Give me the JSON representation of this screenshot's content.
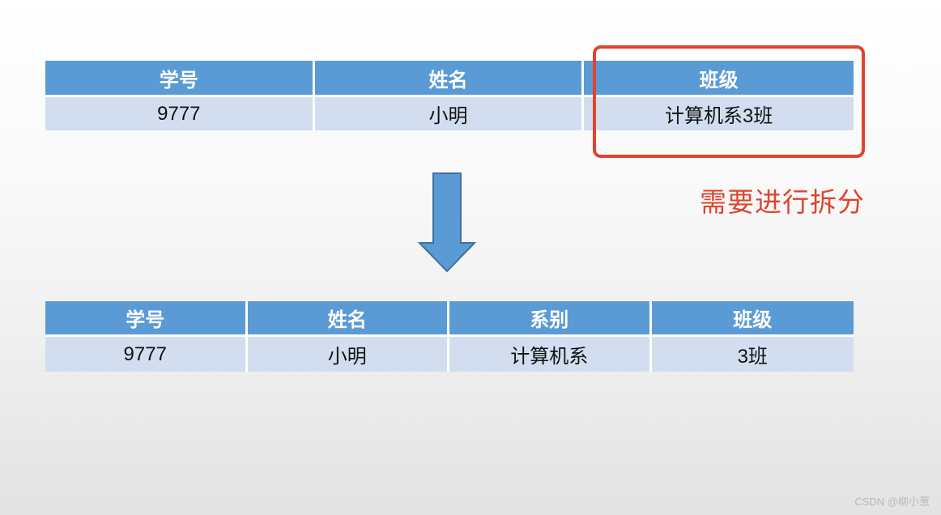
{
  "top_table": {
    "headers": [
      "学号",
      "姓名",
      "班级"
    ],
    "rows": [
      [
        "9777",
        "小明",
        "计算机系3班"
      ]
    ]
  },
  "annotation": {
    "note": "需要进行拆分",
    "highlight_color": "#e0442e"
  },
  "arrow": {
    "direction": "down",
    "color": "#5b9bd5"
  },
  "bottom_table": {
    "headers": [
      "学号",
      "姓名",
      "系别",
      "班级"
    ],
    "rows": [
      [
        "9777",
        "小明",
        "计算机系",
        "3班"
      ]
    ]
  },
  "colors": {
    "header_bg": "#5b9bd5",
    "cell_bg": "#d2deef",
    "header_text": "#ffffff"
  },
  "watermark": "CSDN @柳小葱"
}
